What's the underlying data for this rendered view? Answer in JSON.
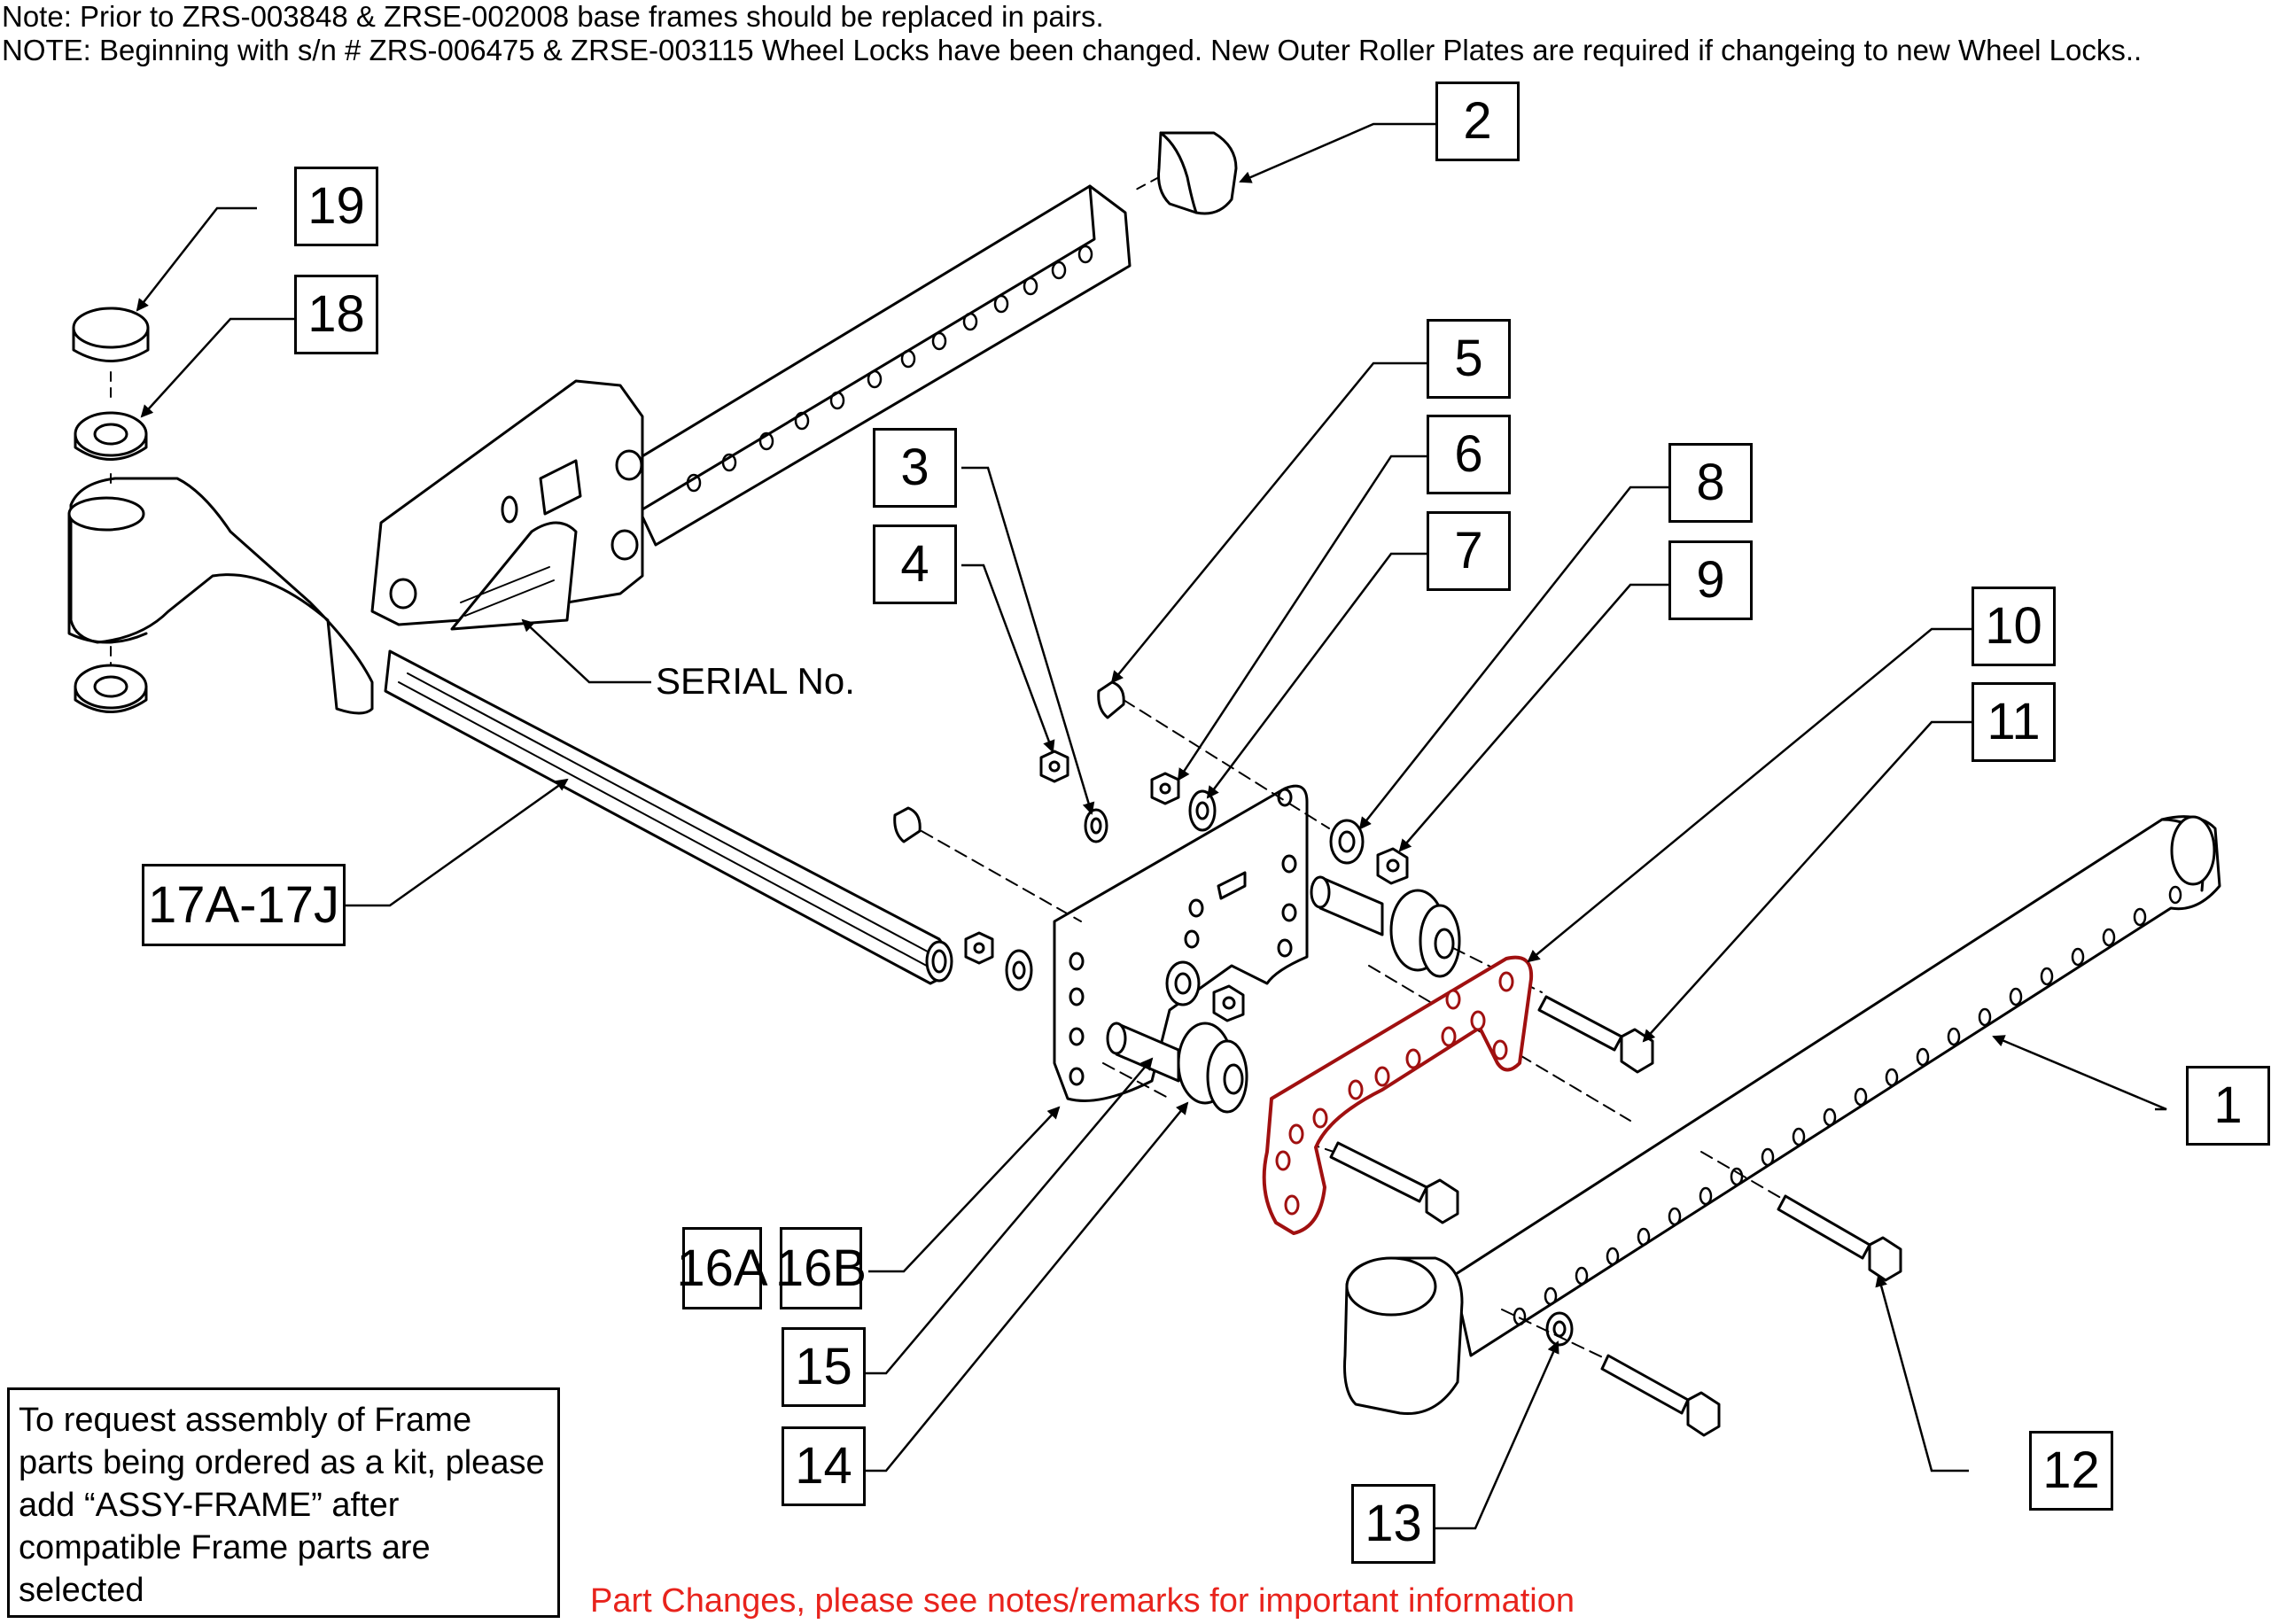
{
  "notes": {
    "line1": "Note: Prior to ZRS-003848 & ZRSE-002008 base frames should be replaced in pairs.",
    "line2": "NOTE: Beginning with s/n # ZRS-006475 & ZRSE-003115 Wheel Locks have been changed. New Outer Roller Plates are required if changeing to new Wheel Locks.."
  },
  "callouts": {
    "c1": "1",
    "c2": "2",
    "c3": "3",
    "c4": "4",
    "c5": "5",
    "c6": "6",
    "c7": "7",
    "c8": "8",
    "c9": "9",
    "c10": "10",
    "c11": "11",
    "c12": "12",
    "c13": "13",
    "c14": "14",
    "c15": "15",
    "c16a": "16A",
    "c16b": "16B",
    "c17": "17A-17J",
    "c18": "18",
    "c19": "19"
  },
  "serial_label": "SERIAL No.",
  "kit_note": "To request assembly of Frame parts being ordered as a kit, please add “ASSY-FRAME” after compatible Frame parts are selected",
  "part_changes_note": "Part Changes, please see notes/remarks for important information",
  "colors": {
    "highlight": "#a01010",
    "warning_text": "#e8231c"
  }
}
